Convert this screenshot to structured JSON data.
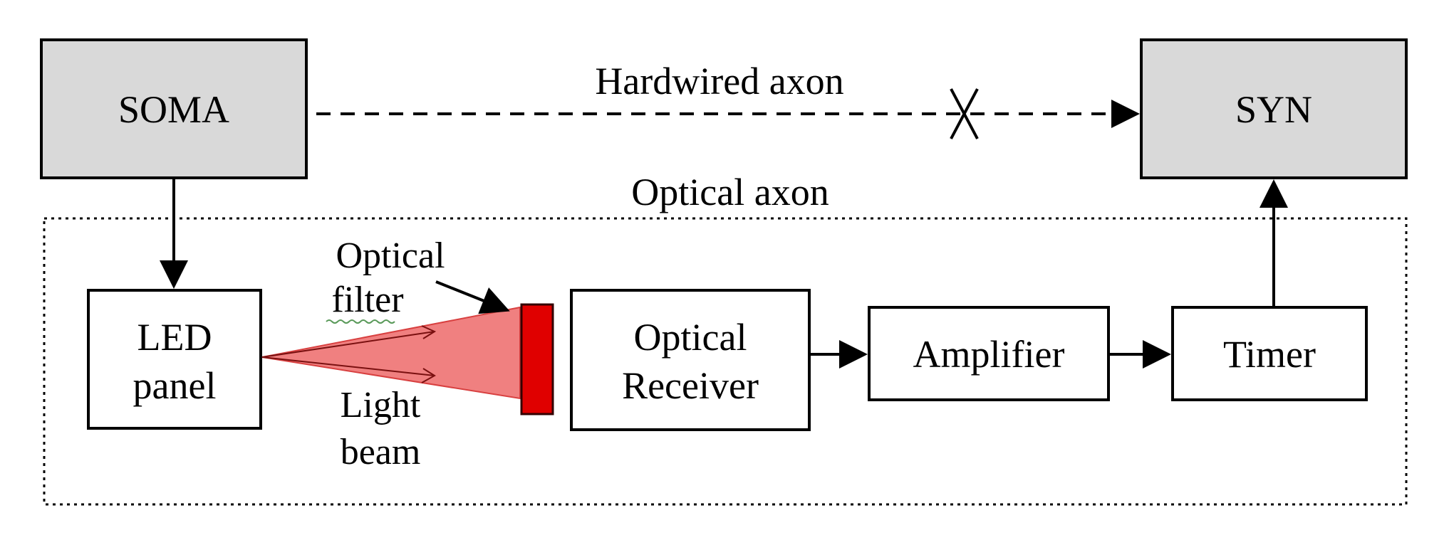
{
  "nodes": {
    "soma": "SOMA",
    "syn": "SYN",
    "led_line1": "LED",
    "led_line2": "panel",
    "receiver_line1": "Optical",
    "receiver_line2": "Receiver",
    "amplifier": "Amplifier",
    "timer": "Timer"
  },
  "labels": {
    "hardwired_axon": "Hardwired axon",
    "optical_axon": "Optical axon",
    "optical_filter_line1": "Optical",
    "optical_filter_line2": "filter",
    "light_beam_line1": "Light",
    "light_beam_line2": "beam"
  },
  "colors": {
    "node_fill_gray": "#d9d9d9",
    "beam": "#f08080",
    "filter": "#e00000"
  }
}
